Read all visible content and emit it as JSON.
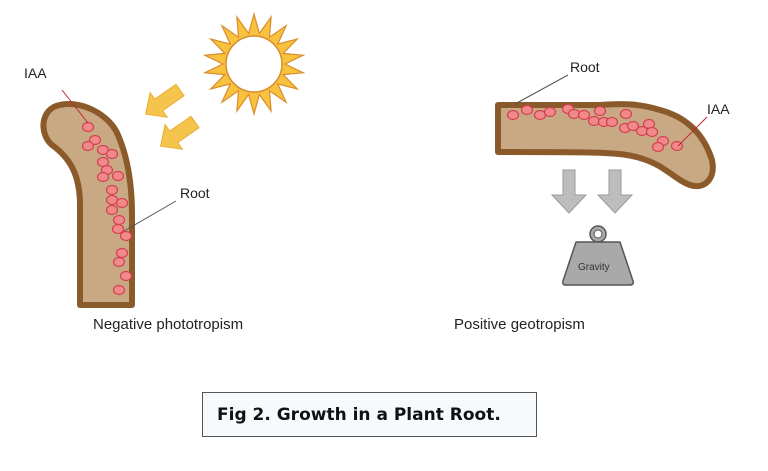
{
  "figure": {
    "caption": "Fig 2. Growth in a Plant Root.",
    "colors": {
      "root_fill": "#c9a884",
      "root_outline": "#8b5a2b",
      "iaa_fill": "#f08a8a",
      "iaa_outline": "#d43f4f",
      "sun_fill": "#f7c23e",
      "light_arrow": "#f5c44c",
      "gravity_arrow": "#bdbdbd",
      "weight_fill": "#a9a9a9"
    }
  },
  "left_panel": {
    "title": "Negative phototropism",
    "label_iaa": "IAA",
    "label_root": "Root",
    "light_source": "sun",
    "light_arrows": 2
  },
  "right_panel": {
    "title": "Positive geotropism",
    "label_iaa": "IAA",
    "label_root": "Root",
    "weight_label": "Gravity",
    "gravity_arrows": 2
  }
}
